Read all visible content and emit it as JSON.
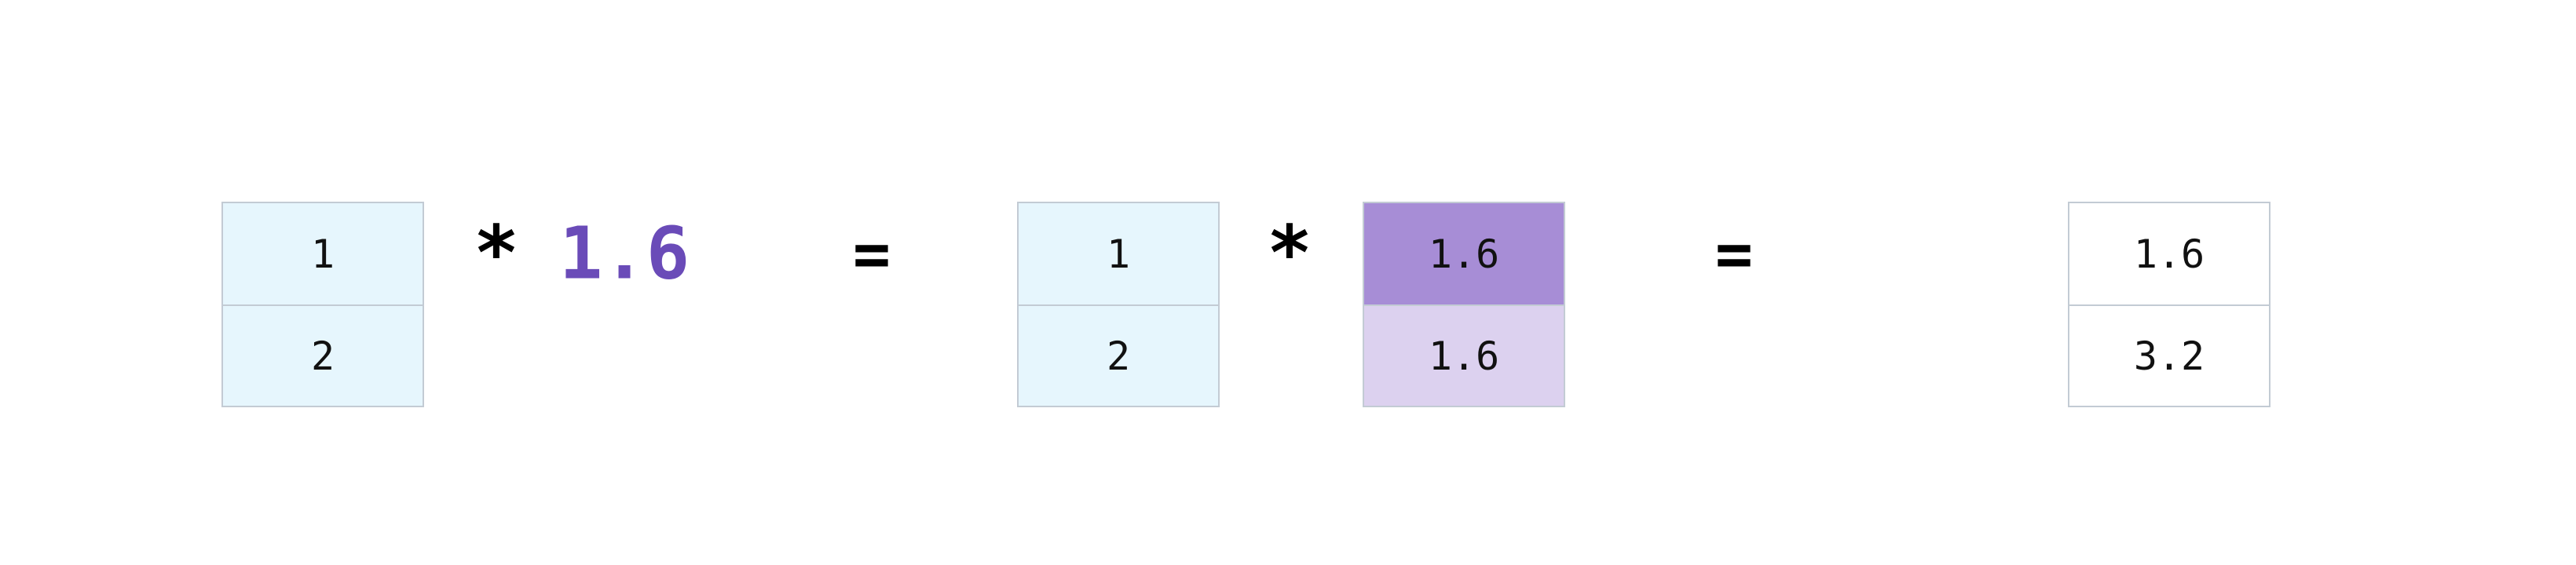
{
  "diagram": {
    "input_vector": [
      "1",
      "2"
    ],
    "scalar": "1.6",
    "broadcast_vector": [
      "1.6",
      "1.6"
    ],
    "result_vector": [
      "1.6",
      "3.2"
    ],
    "operators": {
      "multiply": "*",
      "equals": "="
    },
    "colors": {
      "input_fill": "#e6f6fd",
      "scalar_text": "#6a4bb8",
      "broadcast_primary": "#a78dd6",
      "broadcast_secondary": "#dcd1ef",
      "cell_border": "#c3cbd4"
    }
  }
}
